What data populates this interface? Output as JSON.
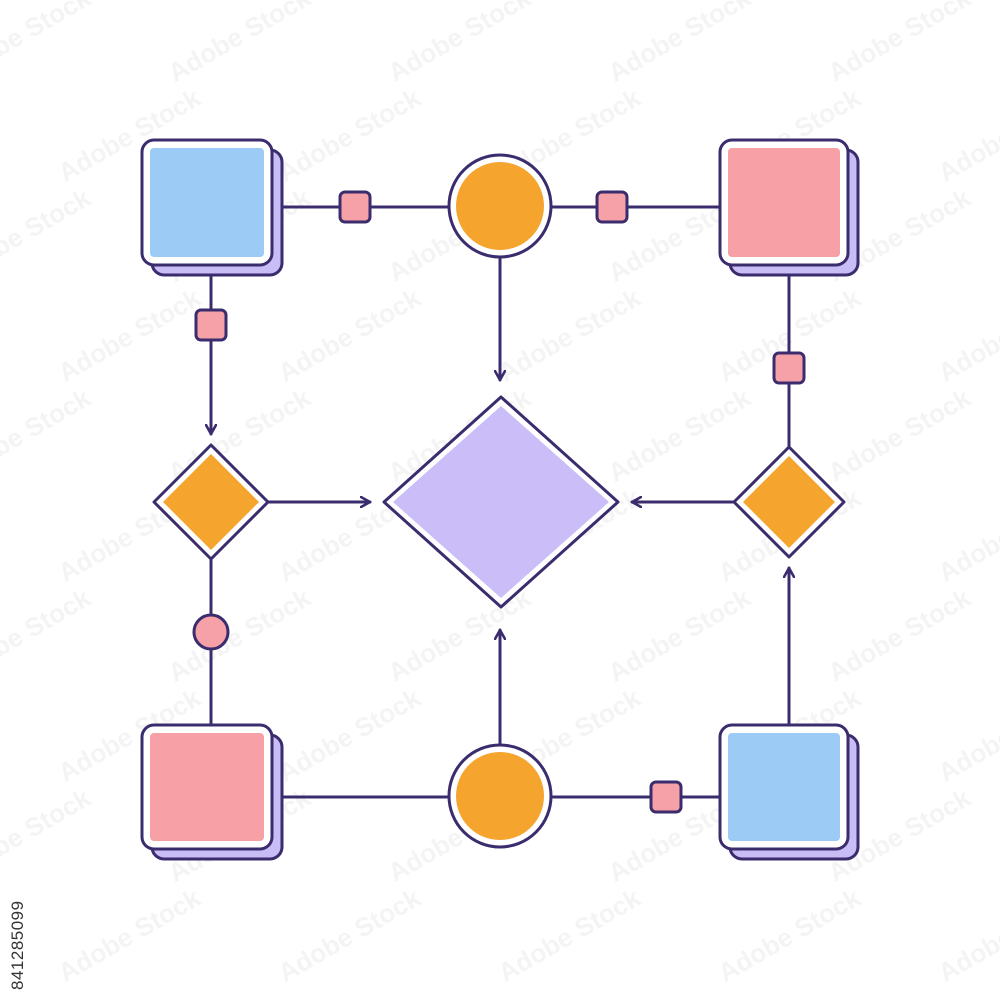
{
  "colors": {
    "stroke": "#3b2c6e",
    "blue": "#9ccbf6",
    "pink": "#f7a1a7",
    "orange": "#f5a42e",
    "lavender": "#cbbdf7",
    "shadow": "#c8bdf5",
    "connector": "#f5a1a7"
  },
  "nodes": [
    {
      "id": "square-top-left",
      "shape": "square",
      "fill": "blue"
    },
    {
      "id": "circle-top",
      "shape": "circle",
      "fill": "orange"
    },
    {
      "id": "square-top-right",
      "shape": "square",
      "fill": "pink"
    },
    {
      "id": "diamond-left",
      "shape": "diamond",
      "fill": "orange"
    },
    {
      "id": "diamond-center",
      "shape": "diamond",
      "fill": "lavender"
    },
    {
      "id": "diamond-right",
      "shape": "diamond",
      "fill": "orange"
    },
    {
      "id": "square-bottom-left",
      "shape": "square",
      "fill": "pink"
    },
    {
      "id": "circle-bottom",
      "shape": "circle",
      "fill": "orange"
    },
    {
      "id": "square-bottom-right",
      "shape": "square",
      "fill": "blue"
    }
  ],
  "edges": [
    {
      "from": "square-top-left",
      "to": "circle-top",
      "arrow": false
    },
    {
      "from": "circle-top",
      "to": "square-top-right",
      "arrow": false
    },
    {
      "from": "circle-top",
      "to": "diamond-center",
      "arrow": true
    },
    {
      "from": "square-top-left",
      "to": "diamond-left",
      "arrow": true
    },
    {
      "from": "diamond-left",
      "to": "diamond-center",
      "arrow": true
    },
    {
      "from": "diamond-right",
      "to": "diamond-center",
      "arrow": true
    },
    {
      "from": "square-top-right",
      "to": "diamond-right",
      "arrow": false
    },
    {
      "from": "diamond-left",
      "to": "square-bottom-left",
      "arrow": false
    },
    {
      "from": "square-bottom-left",
      "to": "circle-bottom",
      "arrow": false
    },
    {
      "from": "circle-bottom",
      "to": "diamond-center",
      "arrow": true
    },
    {
      "from": "circle-bottom",
      "to": "square-bottom-right",
      "arrow": false
    },
    {
      "from": "square-bottom-right",
      "to": "diamond-right",
      "arrow": true
    }
  ],
  "stock_id": "841285099",
  "watermark_text": "Adobe Stock"
}
